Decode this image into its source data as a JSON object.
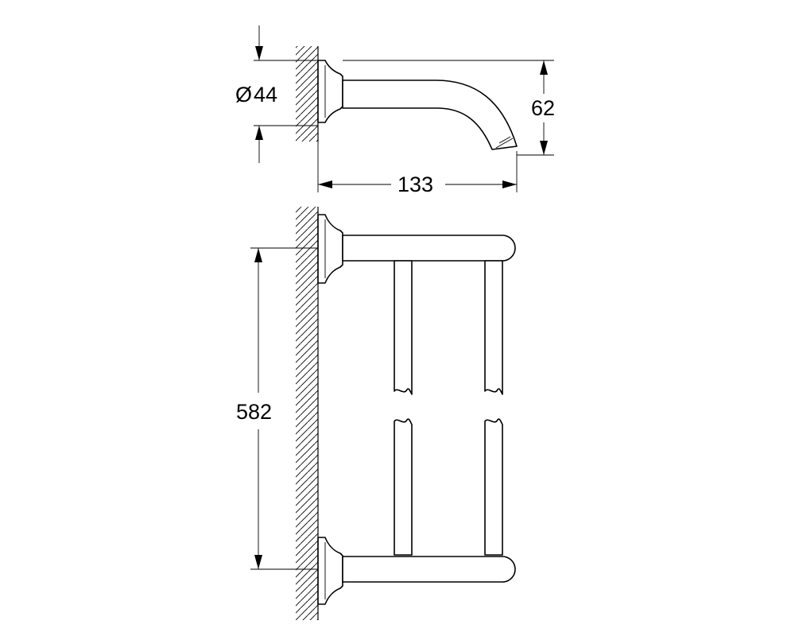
{
  "dimensions": {
    "diameter_symbol": "Ø",
    "diameter_value": "44",
    "height_value": "62",
    "projection_value": "133",
    "bar_spacing_value": "582"
  }
}
